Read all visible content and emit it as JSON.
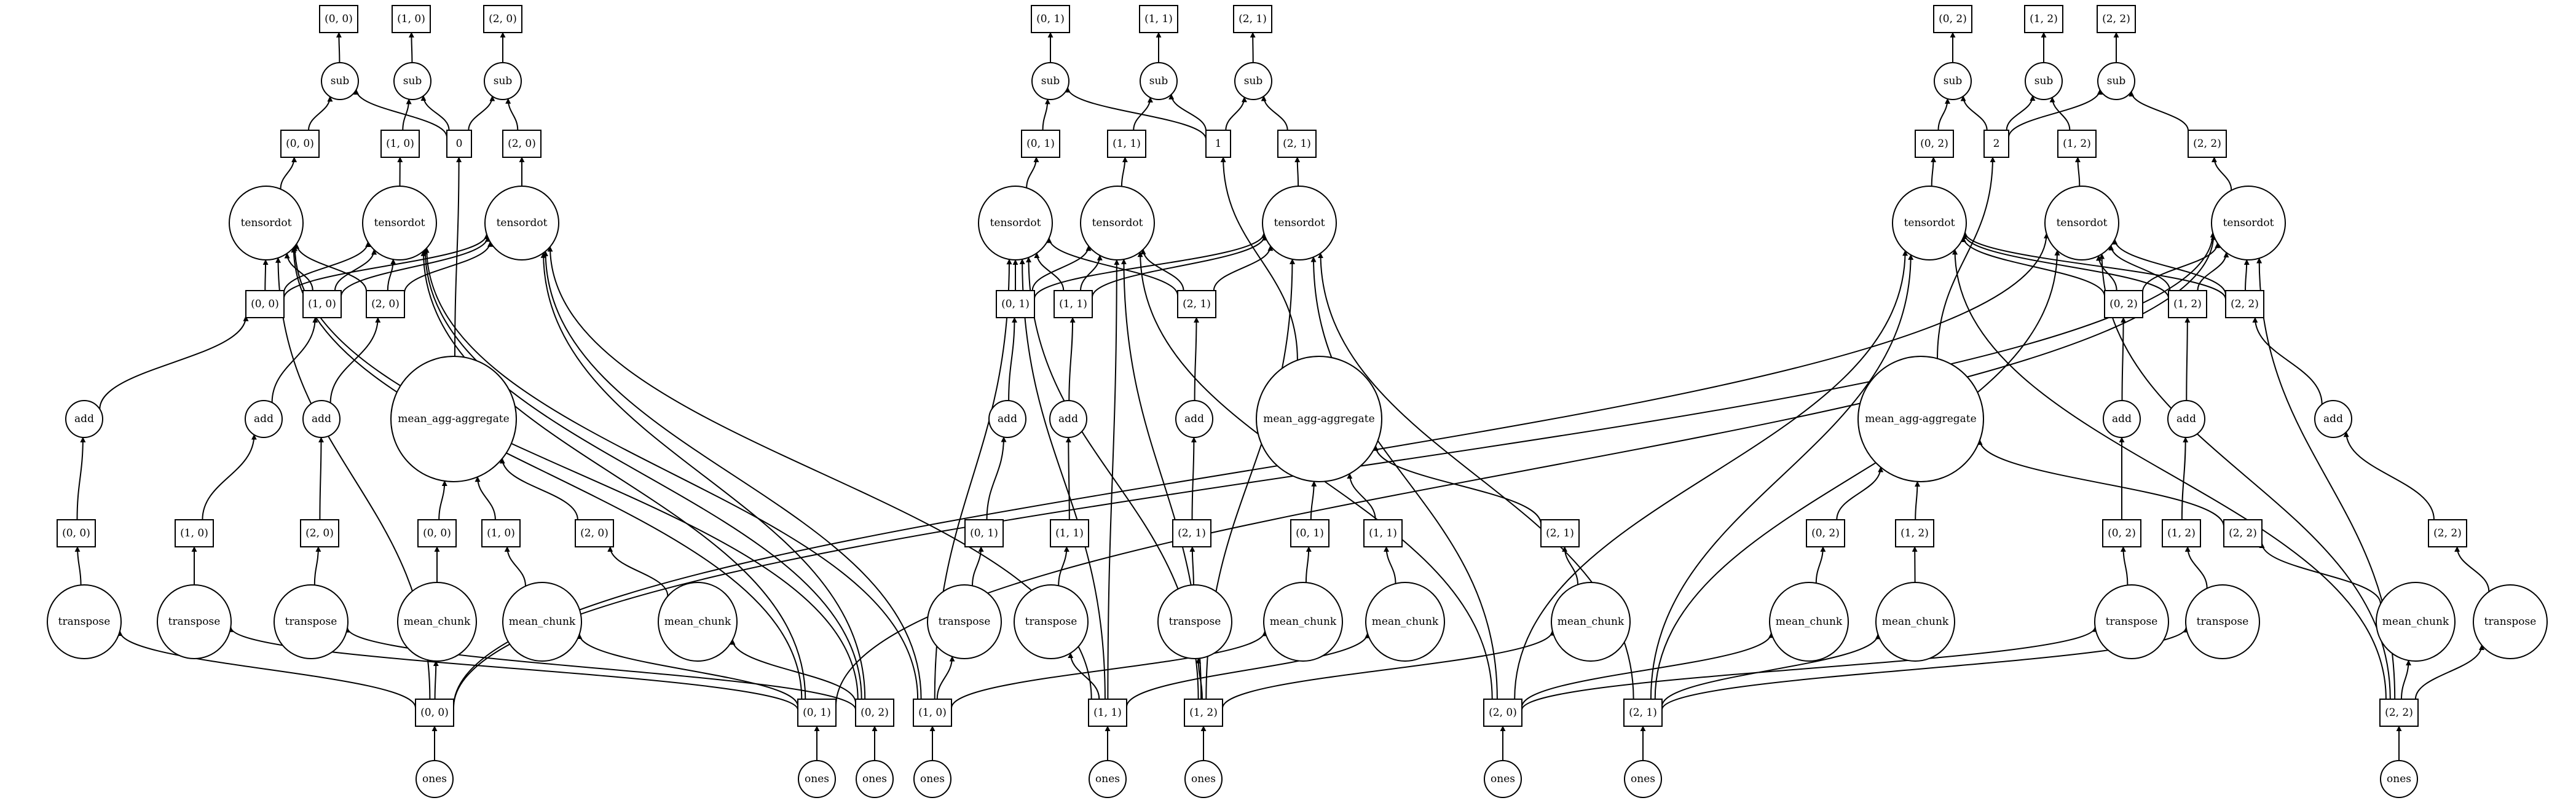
{
  "title": "",
  "nodes": [
    {
      "id": "sub_00",
      "label": "sub",
      "shape": "circle"
    },
    {
      "id": "sub_10",
      "label": "sub",
      "shape": "circle"
    },
    {
      "id": "sub_20",
      "label": "sub",
      "shape": "circle"
    },
    {
      "id": "sub_01",
      "label": "sub",
      "shape": "circle"
    },
    {
      "id": "sub_11",
      "label": "sub",
      "shape": "circle"
    },
    {
      "id": "sub_21",
      "label": "sub",
      "shape": "circle"
    },
    {
      "id": "sub_02",
      "label": "sub",
      "shape": "circle"
    },
    {
      "id": "sub_12",
      "label": "sub",
      "shape": "circle"
    },
    {
      "id": "sub_22",
      "label": "sub",
      "shape": "circle"
    },
    {
      "id": "out_00",
      "label": "(0, 0)",
      "shape": "box"
    },
    {
      "id": "out_10",
      "label": "(1, 0)",
      "shape": "box"
    },
    {
      "id": "out_20",
      "label": "(2, 0)",
      "shape": "box"
    },
    {
      "id": "out_01",
      "label": "(0, 1)",
      "shape": "box"
    },
    {
      "id": "out_11",
      "label": "(1, 1)",
      "shape": "box"
    },
    {
      "id": "out_21",
      "label": "(2, 1)",
      "shape": "box"
    },
    {
      "id": "out_02",
      "label": "(0, 2)",
      "shape": "box"
    },
    {
      "id": "out_12",
      "label": "(1, 2)",
      "shape": "box"
    },
    {
      "id": "out_22",
      "label": "(2, 2)",
      "shape": "box"
    },
    {
      "id": "td_00",
      "label": "(0, 0)",
      "shape": "box"
    },
    {
      "id": "td_10",
      "label": "(1, 0)",
      "shape": "box"
    },
    {
      "id": "td_20",
      "label": "(2, 0)",
      "shape": "box"
    },
    {
      "id": "td_01",
      "label": "(0, 1)",
      "shape": "box"
    },
    {
      "id": "td_11",
      "label": "(1, 1)",
      "shape": "box"
    },
    {
      "id": "td_21",
      "label": "(2, 1)",
      "shape": "box"
    },
    {
      "id": "td_02",
      "label": "(0, 2)",
      "shape": "box"
    },
    {
      "id": "td_12",
      "label": "(1, 2)",
      "shape": "box"
    },
    {
      "id": "td_22",
      "label": "(2, 2)",
      "shape": "box"
    },
    {
      "id": "agg_0",
      "label": "0",
      "shape": "box"
    },
    {
      "id": "agg_1",
      "label": "1",
      "shape": "box"
    },
    {
      "id": "agg_2",
      "label": "2",
      "shape": "box"
    },
    {
      "id": "tensordot_00",
      "label": "tensordot",
      "shape": "circle"
    },
    {
      "id": "tensordot_10",
      "label": "tensordot",
      "shape": "circle"
    },
    {
      "id": "tensordot_20",
      "label": "tensordot",
      "shape": "circle"
    },
    {
      "id": "tensordot_01",
      "label": "tensordot",
      "shape": "circle"
    },
    {
      "id": "tensordot_11",
      "label": "tensordot",
      "shape": "circle"
    },
    {
      "id": "tensordot_21",
      "label": "tensordot",
      "shape": "circle"
    },
    {
      "id": "tensordot_02",
      "label": "tensordot",
      "shape": "circle"
    },
    {
      "id": "tensordot_12",
      "label": "tensordot",
      "shape": "circle"
    },
    {
      "id": "tensordot_22",
      "label": "tensordot",
      "shape": "circle"
    },
    {
      "id": "add_00",
      "label": "(0, 0)",
      "shape": "box"
    },
    {
      "id": "add_10",
      "label": "(1, 0)",
      "shape": "box"
    },
    {
      "id": "add_20",
      "label": "(2, 0)",
      "shape": "box"
    },
    {
      "id": "add_01",
      "label": "(0, 1)",
      "shape": "box"
    },
    {
      "id": "add_11",
      "label": "(1, 1)",
      "shape": "box"
    },
    {
      "id": "add_21",
      "label": "(2, 1)",
      "shape": "box"
    },
    {
      "id": "add_02",
      "label": "(0, 2)",
      "shape": "box"
    },
    {
      "id": "add_12",
      "label": "(1, 2)",
      "shape": "box"
    },
    {
      "id": "add_22",
      "label": "(2, 2)",
      "shape": "box"
    },
    {
      "id": "addop_00",
      "label": "add",
      "shape": "circle"
    },
    {
      "id": "addop_10",
      "label": "add",
      "shape": "circle"
    },
    {
      "id": "addop_20",
      "label": "add",
      "shape": "circle"
    },
    {
      "id": "addop_01",
      "label": "add",
      "shape": "circle"
    },
    {
      "id": "addop_11",
      "label": "add",
      "shape": "circle"
    },
    {
      "id": "addop_21",
      "label": "add",
      "shape": "circle"
    },
    {
      "id": "addop_02",
      "label": "add",
      "shape": "circle"
    },
    {
      "id": "addop_12",
      "label": "add",
      "shape": "circle"
    },
    {
      "id": "addop_22",
      "label": "add",
      "shape": "circle"
    },
    {
      "id": "mag_0",
      "label": "mean_agg-aggregate",
      "shape": "circle"
    },
    {
      "id": "mag_1",
      "label": "mean_agg-aggregate",
      "shape": "circle"
    },
    {
      "id": "mag_2",
      "label": "mean_agg-aggregate",
      "shape": "circle"
    },
    {
      "id": "tr_00",
      "label": "(0, 0)",
      "shape": "box"
    },
    {
      "id": "tr_10",
      "label": "(1, 0)",
      "shape": "box"
    },
    {
      "id": "tr_20",
      "label": "(2, 0)",
      "shape": "box"
    },
    {
      "id": "tr_01",
      "label": "(0, 1)",
      "shape": "box"
    },
    {
      "id": "tr_11",
      "label": "(1, 1)",
      "shape": "box"
    },
    {
      "id": "tr_21",
      "label": "(2, 1)",
      "shape": "box"
    },
    {
      "id": "tr_02",
      "label": "(0, 2)",
      "shape": "box"
    },
    {
      "id": "tr_12",
      "label": "(1, 2)",
      "shape": "box"
    },
    {
      "id": "tr_22",
      "label": "(2, 2)",
      "shape": "box"
    },
    {
      "id": "mc_00",
      "label": "(0, 0)",
      "shape": "box"
    },
    {
      "id": "mc_10",
      "label": "(1, 0)",
      "shape": "box"
    },
    {
      "id": "mc_20",
      "label": "(2, 0)",
      "shape": "box"
    },
    {
      "id": "mc_01",
      "label": "(0, 1)",
      "shape": "box"
    },
    {
      "id": "mc_11",
      "label": "(1, 1)",
      "shape": "box"
    },
    {
      "id": "mc_21",
      "label": "(2, 1)",
      "shape": "box"
    },
    {
      "id": "mc_02",
      "label": "(0, 2)",
      "shape": "box"
    },
    {
      "id": "mc_12",
      "label": "(1, 2)",
      "shape": "box"
    },
    {
      "id": "mc_22",
      "label": "(2, 2)",
      "shape": "box"
    },
    {
      "id": "trop_00",
      "label": "transpose",
      "shape": "circle"
    },
    {
      "id": "trop_10",
      "label": "transpose",
      "shape": "circle"
    },
    {
      "id": "trop_20",
      "label": "transpose",
      "shape": "circle"
    },
    {
      "id": "trop_01",
      "label": "transpose",
      "shape": "circle"
    },
    {
      "id": "trop_11",
      "label": "transpose",
      "shape": "circle"
    },
    {
      "id": "trop_21",
      "label": "transpose",
      "shape": "circle"
    },
    {
      "id": "trop_02",
      "label": "transpose",
      "shape": "circle"
    },
    {
      "id": "trop_12",
      "label": "transpose",
      "shape": "circle"
    },
    {
      "id": "trop_22",
      "label": "transpose",
      "shape": "circle"
    },
    {
      "id": "mcop_00",
      "label": "mean_chunk",
      "shape": "circle"
    },
    {
      "id": "mcop_10",
      "label": "mean_chunk",
      "shape": "circle"
    },
    {
      "id": "mcop_20",
      "label": "mean_chunk",
      "shape": "circle"
    },
    {
      "id": "mcop_01",
      "label": "mean_chunk",
      "shape": "circle"
    },
    {
      "id": "mcop_11",
      "label": "mean_chunk",
      "shape": "circle"
    },
    {
      "id": "mcop_21",
      "label": "mean_chunk",
      "shape": "circle"
    },
    {
      "id": "mcop_02",
      "label": "mean_chunk",
      "shape": "circle"
    },
    {
      "id": "mcop_12",
      "label": "mean_chunk",
      "shape": "circle"
    },
    {
      "id": "mcop_22",
      "label": "mean_chunk",
      "shape": "circle"
    },
    {
      "id": "x_00",
      "label": "(0, 0)",
      "shape": "box"
    },
    {
      "id": "x_01",
      "label": "(0, 1)",
      "shape": "box"
    },
    {
      "id": "x_02",
      "label": "(0, 2)",
      "shape": "box"
    },
    {
      "id": "x_10",
      "label": "(1, 0)",
      "shape": "box"
    },
    {
      "id": "x_11",
      "label": "(1, 1)",
      "shape": "box"
    },
    {
      "id": "x_12",
      "label": "(1, 2)",
      "shape": "box"
    },
    {
      "id": "x_20",
      "label": "(2, 0)",
      "shape": "box"
    },
    {
      "id": "x_21",
      "label": "(2, 1)",
      "shape": "box"
    },
    {
      "id": "x_22",
      "label": "(2, 2)",
      "shape": "box"
    },
    {
      "id": "ones_00",
      "label": "ones",
      "shape": "circle"
    },
    {
      "id": "ones_01",
      "label": "ones",
      "shape": "circle"
    },
    {
      "id": "ones_02",
      "label": "ones",
      "shape": "circle"
    },
    {
      "id": "ones_10",
      "label": "ones",
      "shape": "circle"
    },
    {
      "id": "ones_11",
      "label": "ones",
      "shape": "circle"
    },
    {
      "id": "ones_12",
      "label": "ones",
      "shape": "circle"
    },
    {
      "id": "ones_20",
      "label": "ones",
      "shape": "circle"
    },
    {
      "id": "ones_21",
      "label": "ones",
      "shape": "circle"
    },
    {
      "id": "ones_22",
      "label": "ones",
      "shape": "circle"
    }
  ],
  "edges": [
    [
      "sub_00",
      "out_00"
    ],
    [
      "sub_10",
      "out_10"
    ],
    [
      "sub_20",
      "out_20"
    ],
    [
      "sub_01",
      "out_01"
    ],
    [
      "sub_11",
      "out_11"
    ],
    [
      "sub_21",
      "out_21"
    ],
    [
      "sub_02",
      "out_02"
    ],
    [
      "sub_12",
      "out_12"
    ],
    [
      "sub_22",
      "out_22"
    ],
    [
      "td_00",
      "sub_00"
    ],
    [
      "td_10",
      "sub_10"
    ],
    [
      "td_20",
      "sub_20"
    ],
    [
      "td_01",
      "sub_01"
    ],
    [
      "td_11",
      "sub_11"
    ],
    [
      "td_21",
      "sub_21"
    ],
    [
      "td_02",
      "sub_02"
    ],
    [
      "td_12",
      "sub_12"
    ],
    [
      "td_22",
      "sub_22"
    ],
    [
      "agg_0",
      "sub_00"
    ],
    [
      "agg_0",
      "sub_10"
    ],
    [
      "agg_0",
      "sub_20"
    ],
    [
      "agg_1",
      "sub_01"
    ],
    [
      "agg_1",
      "sub_11"
    ],
    [
      "agg_1",
      "sub_21"
    ],
    [
      "agg_2",
      "sub_02"
    ],
    [
      "agg_2",
      "sub_12"
    ],
    [
      "agg_2",
      "sub_22"
    ],
    [
      "tensordot_00",
      "td_00"
    ],
    [
      "tensordot_10",
      "td_10"
    ],
    [
      "tensordot_20",
      "td_20"
    ],
    [
      "tensordot_01",
      "td_01"
    ],
    [
      "tensordot_11",
      "td_11"
    ],
    [
      "tensordot_21",
      "td_21"
    ],
    [
      "tensordot_02",
      "td_02"
    ],
    [
      "tensordot_12",
      "td_12"
    ],
    [
      "tensordot_22",
      "td_22"
    ],
    [
      "mag_0",
      "agg_0"
    ],
    [
      "mag_1",
      "agg_1"
    ],
    [
      "mag_2",
      "agg_2"
    ],
    [
      "add_00",
      "tensordot_00"
    ],
    [
      "add_00",
      "tensordot_10"
    ],
    [
      "add_00",
      "tensordot_20"
    ],
    [
      "add_10",
      "tensordot_00"
    ],
    [
      "add_10",
      "tensordot_10"
    ],
    [
      "add_10",
      "tensordot_20"
    ],
    [
      "add_20",
      "tensordot_00"
    ],
    [
      "add_20",
      "tensordot_10"
    ],
    [
      "add_20",
      "tensordot_20"
    ],
    [
      "add_01",
      "tensordot_01"
    ],
    [
      "add_01",
      "tensordot_11"
    ],
    [
      "add_01",
      "tensordot_21"
    ],
    [
      "add_11",
      "tensordot_01"
    ],
    [
      "add_11",
      "tensordot_11"
    ],
    [
      "add_11",
      "tensordot_21"
    ],
    [
      "add_21",
      "tensordot_01"
    ],
    [
      "add_21",
      "tensordot_11"
    ],
    [
      "add_21",
      "tensordot_21"
    ],
    [
      "add_02",
      "tensordot_02"
    ],
    [
      "add_02",
      "tensordot_12"
    ],
    [
      "add_02",
      "tensordot_22"
    ],
    [
      "add_12",
      "tensordot_02"
    ],
    [
      "add_12",
      "tensordot_12"
    ],
    [
      "add_12",
      "tensordot_22"
    ],
    [
      "add_22",
      "tensordot_02"
    ],
    [
      "add_22",
      "tensordot_12"
    ],
    [
      "add_22",
      "tensordot_22"
    ],
    [
      "x_00",
      "tensordot_00"
    ],
    [
      "x_01",
      "tensordot_10"
    ],
    [
      "x_02",
      "tensordot_20"
    ],
    [
      "x_10",
      "tensordot_01"
    ],
    [
      "x_11",
      "tensordot_11"
    ],
    [
      "x_12",
      "tensordot_21"
    ],
    [
      "x_20",
      "tensordot_02"
    ],
    [
      "x_21",
      "tensordot_12"
    ],
    [
      "x_22",
      "tensordot_22"
    ],
    [
      "x_01",
      "tensordot_00"
    ],
    [
      "x_02",
      "tensordot_10"
    ],
    [
      "x_10",
      "tensordot_20"
    ],
    [
      "x_11",
      "tensordot_01"
    ],
    [
      "x_12",
      "tensordot_11"
    ],
    [
      "x_20",
      "tensordot_21"
    ],
    [
      "x_21",
      "tensordot_02"
    ],
    [
      "x_22",
      "tensordot_12"
    ],
    [
      "x_00",
      "tensordot_22"
    ],
    [
      "x_02",
      "tensordot_00"
    ],
    [
      "x_10",
      "tensordot_10"
    ],
    [
      "x_11",
      "tensordot_20"
    ],
    [
      "x_12",
      "tensordot_01"
    ],
    [
      "x_20",
      "tensordot_11"
    ],
    [
      "x_21",
      "tensordot_21"
    ],
    [
      "x_22",
      "tensordot_02"
    ],
    [
      "x_00",
      "tensordot_12"
    ],
    [
      "x_01",
      "tensordot_22"
    ],
    [
      "addop_00",
      "add_00"
    ],
    [
      "addop_10",
      "add_10"
    ],
    [
      "addop_20",
      "add_20"
    ],
    [
      "addop_01",
      "add_01"
    ],
    [
      "addop_11",
      "add_11"
    ],
    [
      "addop_21",
      "add_21"
    ],
    [
      "addop_02",
      "add_02"
    ],
    [
      "addop_12",
      "add_12"
    ],
    [
      "addop_22",
      "add_22"
    ],
    [
      "mc_00",
      "mag_0"
    ],
    [
      "mc_10",
      "mag_0"
    ],
    [
      "mc_20",
      "mag_0"
    ],
    [
      "mc_01",
      "mag_1"
    ],
    [
      "mc_11",
      "mag_1"
    ],
    [
      "mc_21",
      "mag_1"
    ],
    [
      "mc_02",
      "mag_2"
    ],
    [
      "mc_12",
      "mag_2"
    ],
    [
      "mc_22",
      "mag_2"
    ],
    [
      "tr_00",
      "addop_00"
    ],
    [
      "tr_10",
      "addop_10"
    ],
    [
      "tr_20",
      "addop_20"
    ],
    [
      "tr_01",
      "addop_01"
    ],
    [
      "tr_11",
      "addop_11"
    ],
    [
      "tr_21",
      "addop_21"
    ],
    [
      "tr_02",
      "addop_02"
    ],
    [
      "tr_12",
      "addop_12"
    ],
    [
      "tr_22",
      "addop_22"
    ],
    [
      "mcop_00",
      "mc_00"
    ],
    [
      "mcop_10",
      "mc_10"
    ],
    [
      "mcop_20",
      "mc_20"
    ],
    [
      "mcop_01",
      "mc_01"
    ],
    [
      "mcop_11",
      "mc_11"
    ],
    [
      "mcop_21",
      "mc_21"
    ],
    [
      "mcop_02",
      "mc_02"
    ],
    [
      "mcop_12",
      "mc_12"
    ],
    [
      "mcop_22",
      "mc_22"
    ],
    [
      "trop_00",
      "tr_00"
    ],
    [
      "trop_10",
      "tr_10"
    ],
    [
      "trop_20",
      "tr_20"
    ],
    [
      "trop_01",
      "tr_01"
    ],
    [
      "trop_11",
      "tr_11"
    ],
    [
      "trop_21",
      "tr_21"
    ],
    [
      "trop_02",
      "tr_02"
    ],
    [
      "trop_12",
      "tr_12"
    ],
    [
      "trop_22",
      "tr_22"
    ],
    [
      "x_00",
      "trop_00"
    ],
    [
      "x_01",
      "trop_10"
    ],
    [
      "x_02",
      "trop_20"
    ],
    [
      "x_10",
      "trop_01"
    ],
    [
      "x_11",
      "trop_11"
    ],
    [
      "x_12",
      "trop_21"
    ],
    [
      "x_20",
      "trop_02"
    ],
    [
      "x_21",
      "trop_12"
    ],
    [
      "x_22",
      "trop_22"
    ],
    [
      "x_00",
      "mcop_00"
    ],
    [
      "x_01",
      "mcop_10"
    ],
    [
      "x_02",
      "mcop_20"
    ],
    [
      "x_10",
      "mcop_01"
    ],
    [
      "x_11",
      "mcop_11"
    ],
    [
      "x_12",
      "mcop_21"
    ],
    [
      "x_20",
      "mcop_02"
    ],
    [
      "x_21",
      "mcop_12"
    ],
    [
      "x_22",
      "mcop_22"
    ],
    [
      "ones_00",
      "x_00"
    ],
    [
      "ones_01",
      "x_01"
    ],
    [
      "ones_02",
      "x_02"
    ],
    [
      "ones_10",
      "x_10"
    ],
    [
      "ones_11",
      "x_11"
    ],
    [
      "ones_12",
      "x_12"
    ],
    [
      "ones_20",
      "x_20"
    ],
    [
      "ones_21",
      "x_21"
    ],
    [
      "ones_22",
      "x_22"
    ]
  ]
}
